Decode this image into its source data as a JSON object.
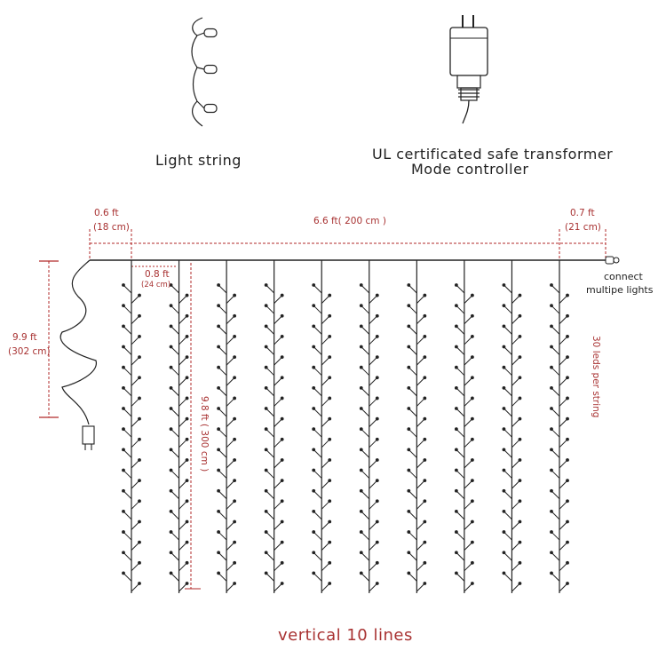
{
  "colors": {
    "dimension": "#b22a2a",
    "line": "#222222",
    "text": "#222222"
  },
  "top_items": [
    {
      "icon": "light-string-icon",
      "label": "Light string"
    },
    {
      "icon": "transformer-icon",
      "label": "UL certificated safe transformer",
      "sublabel": "Mode controller"
    }
  ],
  "dimensions": {
    "left_offset": {
      "ft": "0.6 ft",
      "cm": "(18 cm)"
    },
    "total_width": {
      "text": "6.6 ft( 200 cm )"
    },
    "right_offset": {
      "ft": "0.7 ft",
      "cm": "(21 cm)"
    },
    "spacing": {
      "ft": "0.8 ft",
      "cm": "(24 cm)"
    },
    "lead_length": {
      "ft": "9.9 ft",
      "cm": "(302 cm)"
    },
    "string_length": {
      "text": "9.8 ft ( 300 cm )"
    }
  },
  "notes": {
    "connector_line1": "connect",
    "connector_line2": "multipe lights",
    "leds_per_string": "30 leds per string",
    "bottom_caption": "vertical 10 lines"
  },
  "curtain": {
    "vertical_lines": 10,
    "leds_per_string": 30
  }
}
